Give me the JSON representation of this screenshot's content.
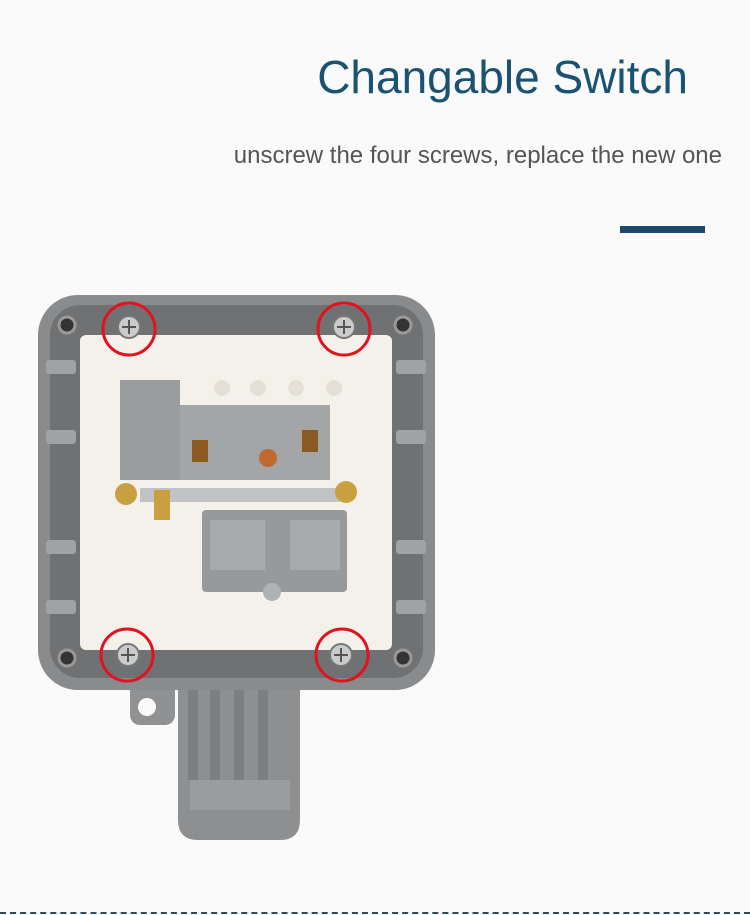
{
  "header": {
    "title": "Changable Switch",
    "subtitle": "unscrew the four screws, replace the new one"
  },
  "colors": {
    "title": "#1a5272",
    "accent_bar": "#1b4a68",
    "highlight_circle": "#e0141e",
    "housing": "#8a8c8e",
    "plate": "#f4f1ea"
  },
  "product": {
    "image": "weatherproof-socket-switch-photo",
    "highlighted_parts": [
      "screw-top-left",
      "screw-top-right",
      "screw-bottom-left",
      "screw-bottom-right"
    ]
  }
}
